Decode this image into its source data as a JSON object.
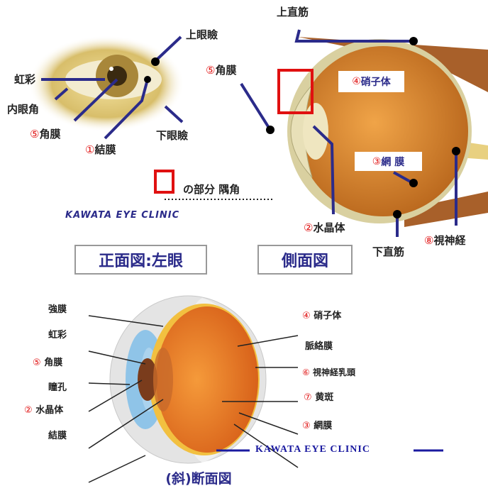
{
  "front": {
    "labels": {
      "iris": {
        "num": "",
        "text": "虹彩"
      },
      "inner_canthus": {
        "num": "",
        "text": "内眼角"
      },
      "cornea": {
        "num": "⑤",
        "text": "角膜"
      },
      "conjunctiva": {
        "num": "①",
        "text": "結膜"
      },
      "upper_eyelid": {
        "num": "",
        "text": "上眼瞼"
      },
      "lower_eyelid": {
        "num": "",
        "text": "下眼瞼"
      }
    },
    "angle_note": "の部分 隅角",
    "clinic": "KAWATA EYE CLINIC",
    "title": "正面図:左眼"
  },
  "side": {
    "labels": {
      "superior_rectus": {
        "num": "",
        "text": "上直筋"
      },
      "cornea": {
        "num": "⑤",
        "text": "角膜"
      },
      "vitreous": {
        "num": "④",
        "text": "硝子体"
      },
      "retina": {
        "num": "③",
        "text": "網 膜"
      },
      "lens": {
        "num": "②",
        "text": "水晶体"
      },
      "inferior_rectus": {
        "num": "",
        "text": "下直筋"
      },
      "optic_nerve": {
        "num": "⑧",
        "text": "視神経"
      }
    },
    "title": "側面図"
  },
  "section": {
    "left": [
      {
        "num": "",
        "text": "強膜"
      },
      {
        "num": "",
        "text": "虹彩"
      },
      {
        "num": "⑤",
        "text": "角膜"
      },
      {
        "num": "",
        "text": "瞳孔"
      },
      {
        "num": "②",
        "text": "水晶体"
      },
      {
        "num": "",
        "text": "結膜"
      }
    ],
    "right": [
      {
        "num": "④",
        "text": "硝子体"
      },
      {
        "num": "",
        "text": "脈絡膜"
      },
      {
        "num": "⑥",
        "text": "視神経乳頭"
      },
      {
        "num": "⑦",
        "text": "黄斑"
      },
      {
        "num": "③",
        "text": "網膜"
      }
    ],
    "clinic": "KAWATA EYE CLINIC",
    "title": "(斜)断面図"
  },
  "colors": {
    "line": "#2b2b8a",
    "accent": "#e01010",
    "globe": "#d9822b"
  }
}
